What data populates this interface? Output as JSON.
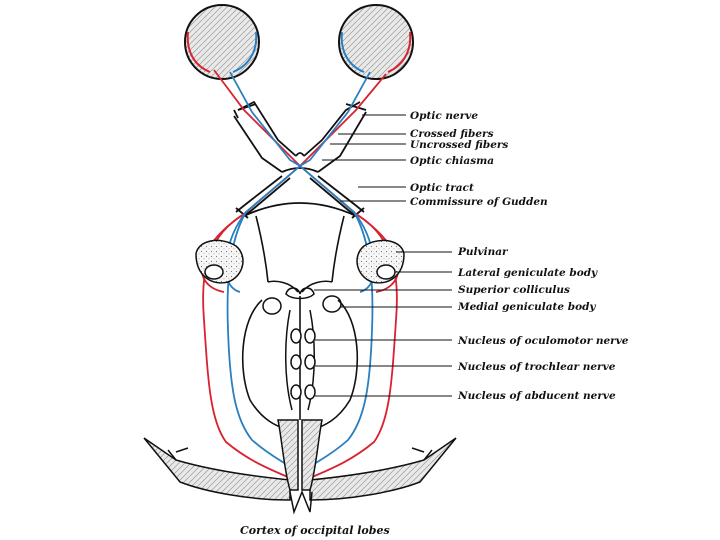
{
  "labels": {
    "optic_nerve": "Optic nerve",
    "crossed_fibers": "Crossed fibers",
    "uncrossed_fibers": "Uncrossed fibers",
    "optic_chiasma": "Optic chiasma",
    "optic_tract": "Optic tract",
    "commissure_gudden": "Commissure of Gudden",
    "pulvinar": "Pulvinar",
    "lateral_geniculate": "Lateral geniculate body",
    "superior_colliculus": "Superior colliculus",
    "medial_geniculate": "Medial geniculate body",
    "nucleus_oculomotor": "Nucleus of oculomotor nerve",
    "nucleus_trochlear": "Nucleus of trochlear nerve",
    "nucleus_abducent": "Nucleus of abducent nerve",
    "cortex_occipital": "Cortex of occipital lobes"
  },
  "colors": {
    "crossed": "#d9222f",
    "uncrossed": "#2a7fc1",
    "ink": "#111111"
  }
}
